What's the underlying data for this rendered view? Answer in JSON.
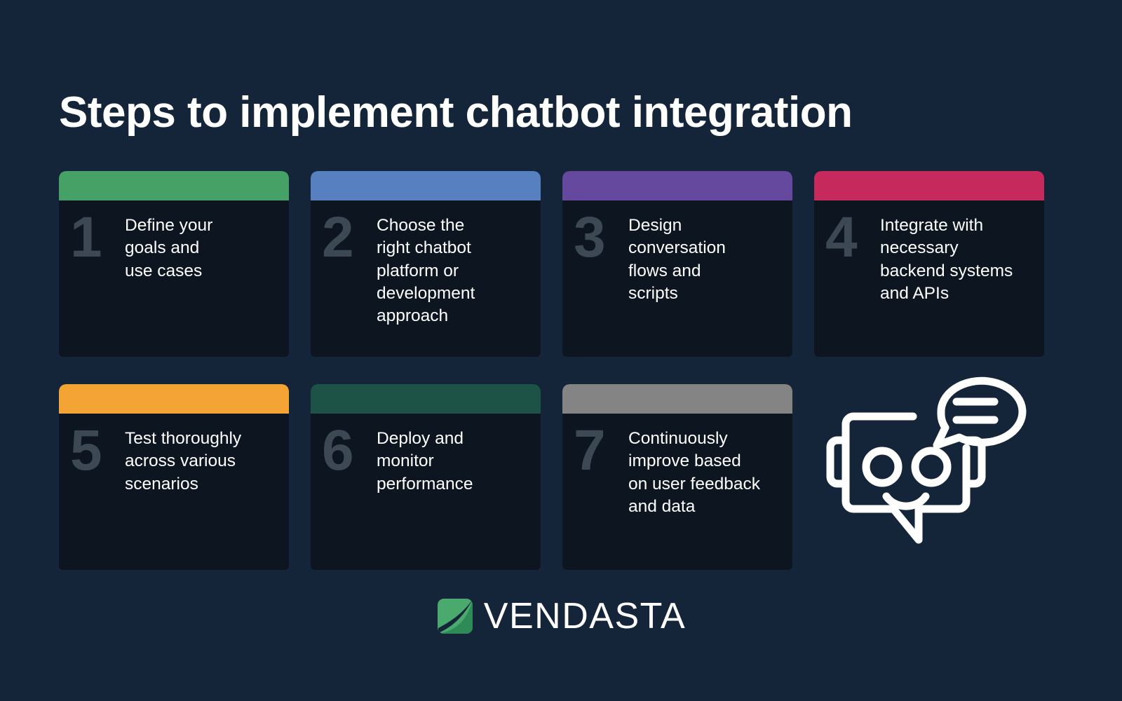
{
  "meta": {
    "background_color": "#14253a",
    "card_body_color": "#0d1620",
    "number_color": "#3c4955",
    "text_color": "#ffffff"
  },
  "header": {
    "title": "Steps to implement chatbot integration"
  },
  "steps": [
    {
      "number": "1",
      "text": "Define your\ngoals and\nuse cases",
      "accent_color": "#45a165",
      "accent_name": "green"
    },
    {
      "number": "2",
      "text": "Choose the\nright chatbot\nplatform or\ndevelopment\napproach",
      "accent_color": "#5680c0",
      "accent_name": "blue"
    },
    {
      "number": "3",
      "text": "Design\nconversation\nflows and\nscripts",
      "accent_color": "#64499f",
      "accent_name": "purple"
    },
    {
      "number": "4",
      "text": "Integrate with\nnecessary\nbackend systems\nand APIs",
      "accent_color": "#c62a5d",
      "accent_name": "crimson"
    },
    {
      "number": "5",
      "text": "Test thoroughly\nacross various\nscenarios",
      "accent_color": "#f3a434",
      "accent_name": "orange"
    },
    {
      "number": "6",
      "text": "Deploy and\nmonitor\nperformance",
      "accent_color": "#1d5347",
      "accent_name": "dark-green"
    },
    {
      "number": "7",
      "text": "Continuously\nimprove based\non user feedback\nand data",
      "accent_color": "#848484",
      "accent_name": "gray"
    }
  ],
  "illustration": {
    "name": "chatbot-robot-icon",
    "stroke_color": "#ffffff",
    "parts": [
      "robot-face",
      "robot-eye-left",
      "robot-eye-right",
      "robot-smile",
      "robot-ear-left",
      "robot-ear-right",
      "speech-bubble",
      "speech-bubble-line-1",
      "speech-bubble-line-2"
    ]
  },
  "footer": {
    "logo_text": "VENDASTA",
    "logo_mark_color_light": "#4aa96c",
    "logo_mark_color_dark": "#2e8b57"
  }
}
